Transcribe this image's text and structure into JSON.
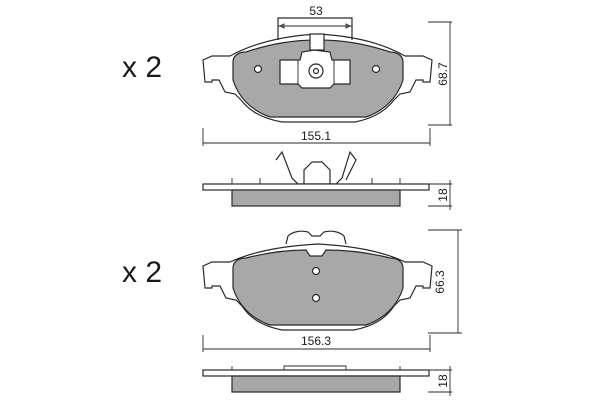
{
  "pad_sets": [
    {
      "quantity": "x 2",
      "dimensions": {
        "width": "155.1",
        "height": "68.7",
        "thickness": "18",
        "sensor_width": "53"
      }
    },
    {
      "quantity": "x 2",
      "dimensions": {
        "width": "156.3",
        "height": "66.3",
        "thickness": "18"
      }
    }
  ]
}
